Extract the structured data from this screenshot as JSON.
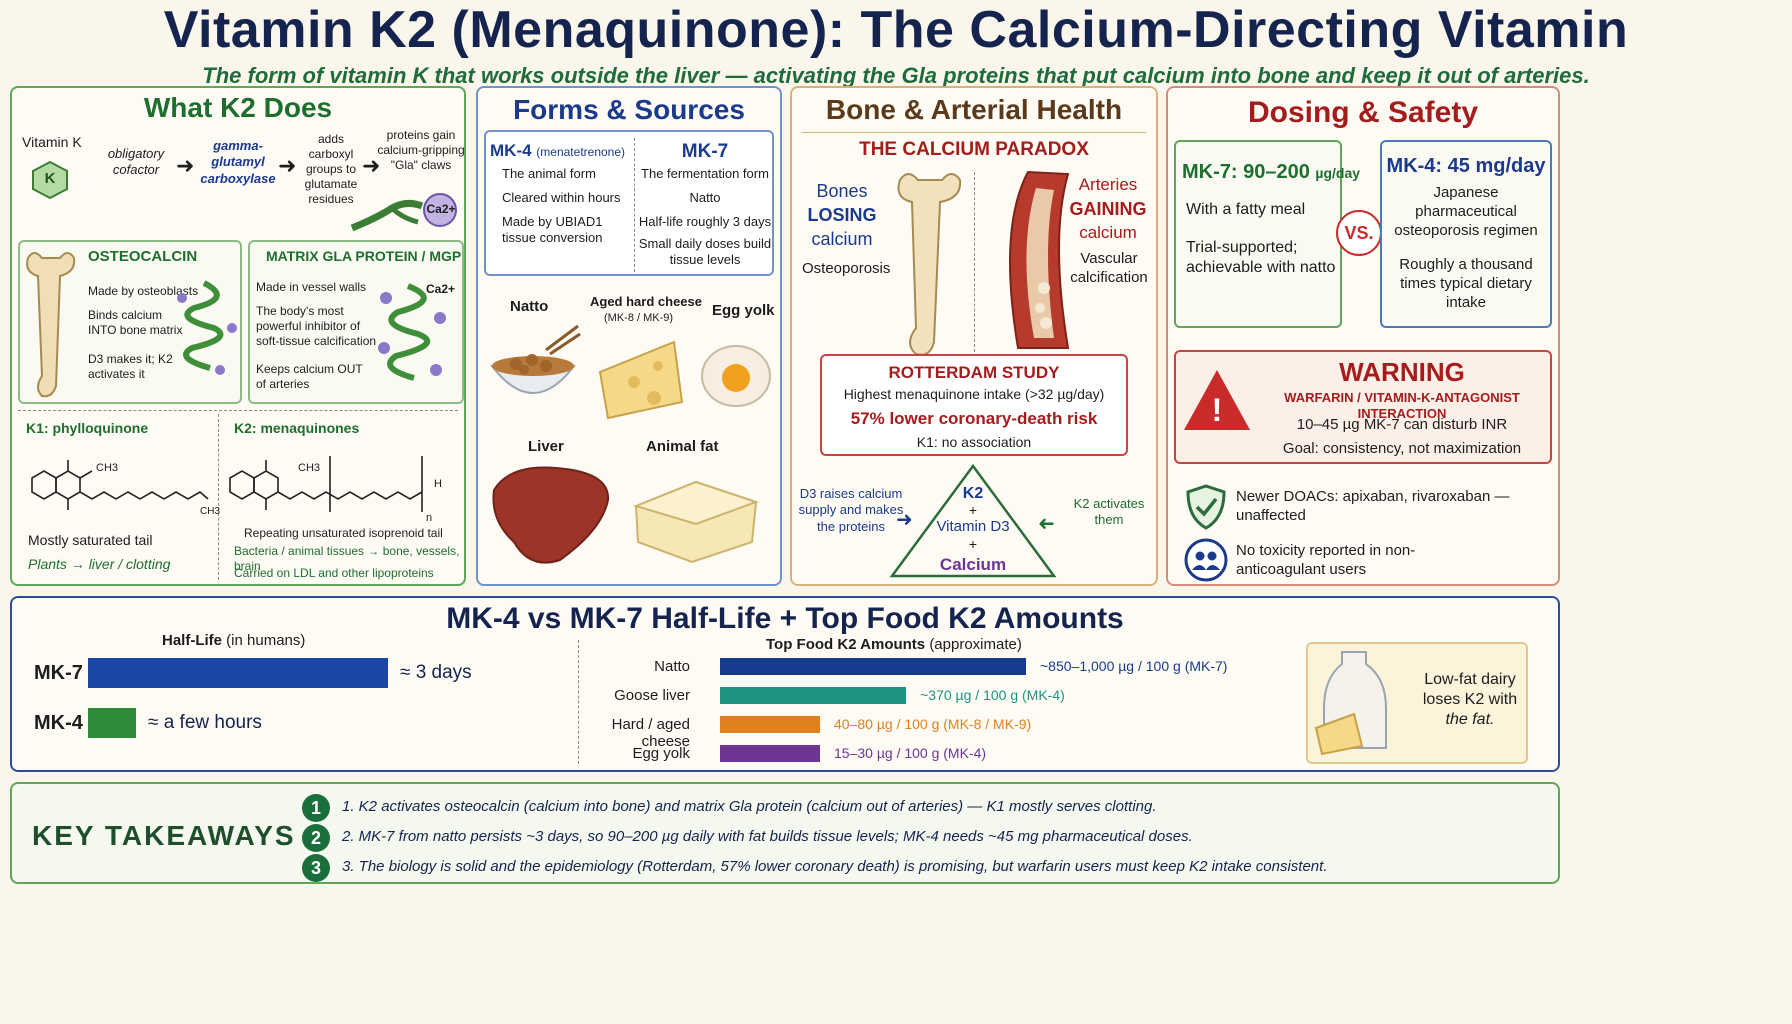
{
  "header": {
    "title": "Vitamin K2 (Menaquinone): The Calcium-Directing Vitamin",
    "subtitle": "The form of vitamin K that works outside the liver — activating the Gla proteins that put calcium into bone and keep it out of arteries."
  },
  "what_k2_does": {
    "title": "What K2 Does",
    "flow": {
      "vitamin_k": "Vitamin K",
      "k_badge": "K",
      "cofactor": "obligatory cofactor",
      "enzyme": "gamma-glutamyl carboxylase",
      "adds": "adds carboxyl groups to glutamate residues",
      "gla": "proteins gain calcium-gripping \"Gla\" claws",
      "ca": "Ca2+"
    },
    "osteocalcin": {
      "title": "OSTEOCALCIN",
      "l1": "Made by osteoblasts",
      "l2": "Binds calcium INTO bone matrix",
      "l3": "D3 makes it; K2 activates it"
    },
    "mgp": {
      "title": "MATRIX GLA PROTEIN / MGP",
      "l1": "Made in vessel walls",
      "l2": "The body's most powerful inhibitor of soft-tissue calcification",
      "l3": "Keeps calcium OUT of arteries",
      "ca": "Ca2+"
    },
    "k1": {
      "title": "K1: phylloquinone",
      "ch3a": "CH3",
      "ch3b": "CH3",
      "tail": "Mostly saturated tail",
      "path": "Plants → liver / clotting"
    },
    "k2": {
      "title": "K2: menaquinones",
      "ch3": "CH3",
      "h": "H",
      "n": "n",
      "tail": "Repeating unsaturated isoprenoid tail",
      "path": "Bacteria / animal tissues → bone, vessels, brain",
      "carried": "Carried on LDL and other lipoproteins"
    }
  },
  "forms": {
    "title": "Forms & Sources",
    "mk4": {
      "title": "MK-4",
      "sub": "(menatetrenone)",
      "l1": "The animal form",
      "l2": "Cleared within hours",
      "l3": "Made by UBIAD1 tissue conversion"
    },
    "mk7": {
      "title": "MK-7",
      "l1": "The fermentation form",
      "l2": "Natto",
      "l3": "Half-life roughly 3 days",
      "l4": "Small daily doses build tissue levels"
    },
    "foods": {
      "natto": "Natto",
      "cheese": "Aged hard cheese",
      "cheese_sub": "(MK-8 / MK-9)",
      "egg": "Egg yolk",
      "liver": "Liver",
      "fat": "Animal fat"
    }
  },
  "bone": {
    "title": "Bone & Arterial Health",
    "paradox": "THE CALCIUM PARADOX",
    "bones": "Bones",
    "losing": "LOSING",
    "calcium1": "calcium",
    "osteo": "Osteoporosis",
    "arteries": "Arteries",
    "gaining": "GAINING",
    "calcium2": "calcium",
    "vascular": "Vascular calcification",
    "rotterdam": {
      "title": "ROTTERDAM STUDY",
      "l1": "Highest menaquinone intake (>32 µg/day)",
      "l2": "57% lower coronary-death risk",
      "l3": "K1: no association"
    },
    "tri": {
      "k2": "K2",
      "plus1": "+",
      "d3": "Vitamin D3",
      "plus2": "+",
      "ca": "Calcium"
    },
    "left_note": "D3 raises calcium supply and makes the proteins",
    "right_note": "K2 activates them"
  },
  "dosing": {
    "title": "Dosing & Safety",
    "mk7": {
      "title": "MK-7: 90–200",
      "unit": "µg/day",
      "l1": "With a fatty meal",
      "l2": "Trial-supported; achievable with natto"
    },
    "vs": "VS.",
    "mk4": {
      "title": "MK-4: 45 mg/day",
      "l1": "Japanese pharmaceutical osteoporosis regimen",
      "l2": "Roughly a thousand times typical dietary intake"
    },
    "warning": {
      "title": "WARNING",
      "sub": "WARFARIN / VITAMIN-K-ANTAGONIST INTERACTION",
      "l1": "10–45 µg MK-7 can disturb INR",
      "l2": "Goal: consistency, not maximization",
      "icon": "!"
    },
    "doacs": "Newer DOACs: apixaban, rivaroxaban — unaffected",
    "tox": "No toxicity reported in non-anticoagulant users"
  },
  "halflife": {
    "title": "MK-4 vs MK-7 Half-Life + Top Food K2 Amounts",
    "chart_title": "Half-Life",
    "chart_title_sub": "(in humans)",
    "food_title": "Top Food K2 Amounts",
    "food_title_sub": "(approximate)",
    "lowfat": "Low-fat dairy loses K2 with",
    "lowfat_em": "the fat."
  },
  "chart_data": [
    {
      "type": "bar",
      "title": "Half-Life (in humans)",
      "categories": [
        "MK-7",
        "MK-4"
      ],
      "labels": [
        "≈ 3 days",
        "≈ a few hours"
      ],
      "values": [
        72,
        8
      ],
      "colors": [
        "#1c46a6",
        "#2e8b3a"
      ]
    },
    {
      "type": "bar",
      "title": "Top Food K2 Amounts (approximate)",
      "categories": [
        "Natto",
        "Goose liver",
        "Hard / aged cheese",
        "Egg yolk"
      ],
      "labels": [
        "~850–1,000 µg / 100 g  (MK-7)",
        "~370 µg / 100 g  (MK-4)",
        "40–80 µg / 100 g  (MK-8 / MK-9)",
        "15–30 µg / 100 g  (MK-4)"
      ],
      "values": [
        1000,
        370,
        80,
        30
      ],
      "colors": [
        "#173c8f",
        "#1d9480",
        "#e0801f",
        "#6e3595"
      ]
    }
  ],
  "takeaways": {
    "title": "KEY TAKEAWAYS",
    "items": [
      {
        "n": "1",
        "text": "1. K2 activates osteocalcin (calcium into bone) and matrix Gla protein (calcium out of arteries) — K1 mostly serves clotting."
      },
      {
        "n": "2",
        "text": "2. MK-7 from natto persists ~3 days, so 90–200 µg daily with fat builds tissue levels; MK-4 needs ~45 mg pharmaceutical doses."
      },
      {
        "n": "3",
        "text": "3. The biology is solid and the epidemiology (Rotterdam, 57% lower coronary death) is promising, but warfarin users must keep K2 intake consistent."
      }
    ]
  }
}
